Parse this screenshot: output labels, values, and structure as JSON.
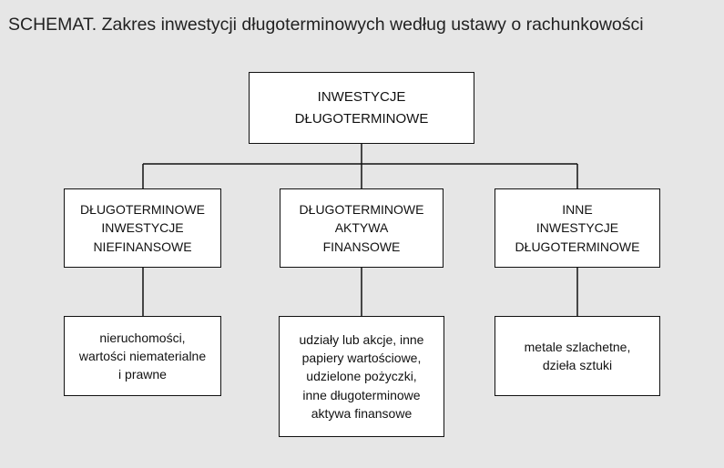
{
  "title": "SCHEMAT. Zakres inwestycji długoterminowych według ustawy o rachunkowości",
  "root": {
    "lines": [
      "INWESTYCJE",
      "DŁUGOTERMINOWE"
    ]
  },
  "categories": [
    {
      "lines": [
        "DŁUGOTERMINOWE",
        "INWESTYCJE",
        "NIEFINANSOWE"
      ],
      "detail": [
        "nieruchomości,",
        "wartości niematerialne",
        "i prawne"
      ]
    },
    {
      "lines": [
        "DŁUGOTERMINOWE",
        "AKTYWA",
        "FINANSOWE"
      ],
      "detail": [
        "udziały lub akcje, inne",
        "papiery wartościowe,",
        "udzielone pożyczki,",
        "inne długoterminowe",
        "aktywa finansowe"
      ]
    },
    {
      "lines": [
        "INNE",
        "INWESTYCJE",
        "DŁUGOTERMINOWE"
      ],
      "detail": [
        "metale szlachetne,",
        "dzieła sztuki"
      ]
    }
  ]
}
